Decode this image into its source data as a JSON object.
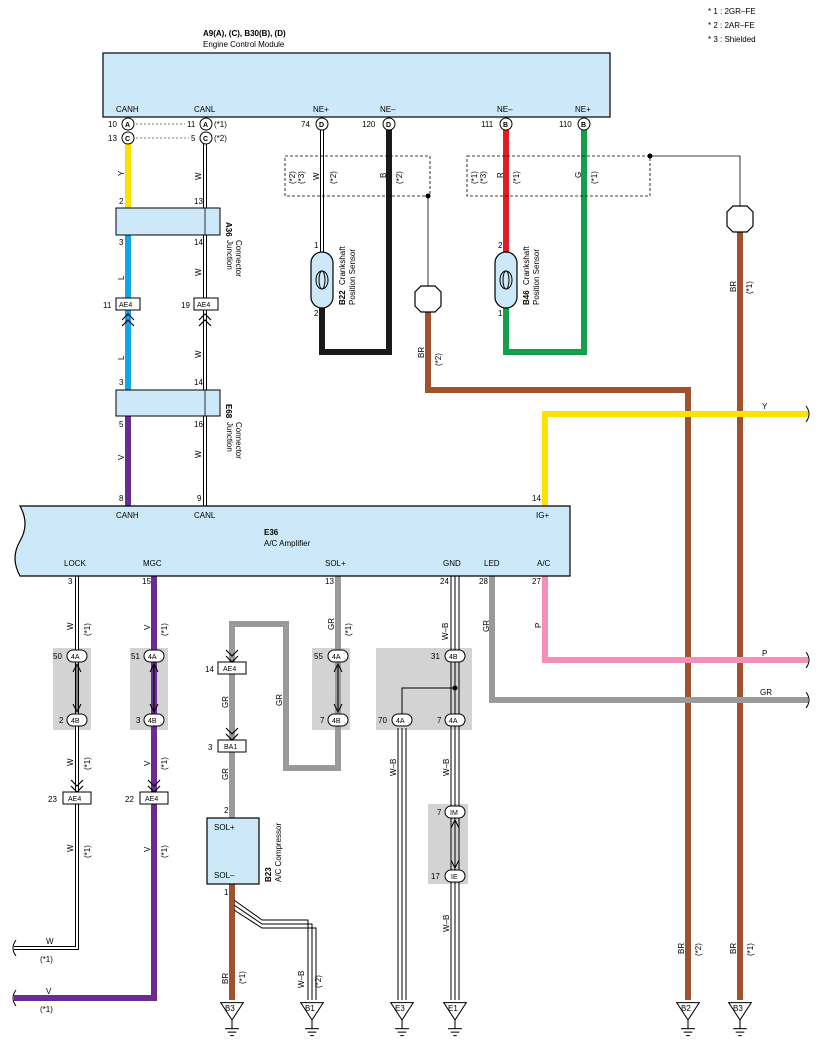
{
  "colors": {
    "box_fill": "#cde9f9",
    "shade": "#d3d3d3",
    "Y": "#ffe000",
    "L": "#14a5e6",
    "V": "#6b2c91",
    "B": "#1a1a1a",
    "R": "#e31b23",
    "G": "#14a04a",
    "BR": "#a0522d",
    "GR": "#9a9a9a",
    "P": "#f48fba",
    "W": "#ffffff"
  },
  "legend": [
    "* 1 : 2GR–FE",
    "* 2 : 2AR–FE",
    "* 3 : Shielded"
  ],
  "ecm": {
    "title": "A9(A), (C), B30(B), (D)",
    "subtitle": "Engine Control Module",
    "pins": {
      "canh": "CANH",
      "canl": "CANL",
      "nep_d": "NE+",
      "nem_d": "NE–",
      "nem_b": "NE–",
      "nep_b": "NE+"
    },
    "nums": {
      "n10": "10",
      "n13": "13",
      "n11": "11",
      "n5": "5",
      "n74": "74",
      "n120": "120",
      "n111": "111",
      "n110": "110"
    },
    "conns": {
      "A": "A",
      "C": "C",
      "D": "D",
      "B": "B"
    },
    "notes": {
      "s1": "(*1)",
      "s2": "(*2)"
    }
  },
  "amp": {
    "id": "E36",
    "name": "A/C Amplifier",
    "pins": {
      "canh": "CANH",
      "canl": "CANL",
      "ig": "IG+",
      "lock": "LOCK",
      "mgc": "MGC",
      "sol": "SOL+",
      "gnd": "GND",
      "led": "LED",
      "ac": "A/C"
    },
    "nums": {
      "n8": "8",
      "n9": "9",
      "n14": "14",
      "n3": "3",
      "n15": "15",
      "n13": "13",
      "n24": "24",
      "n28": "28",
      "n27": "27"
    }
  },
  "junction": {
    "a36_id": "A36",
    "e68_id": "E68",
    "label1": "Junction",
    "label2": "Connector",
    "a36_pins": {
      "p2": "2",
      "p13": "13",
      "p3": "3",
      "p14": "14"
    },
    "e68_pins": {
      "p3": "3",
      "p14": "14",
      "p5": "5",
      "p16": "16"
    }
  },
  "sensors": {
    "b22_id": "B22",
    "b46_id": "B46",
    "label1": "Crankshaft",
    "label2": "Position Sensor",
    "b22_pins": {
      "p1": "1",
      "p2": "2"
    },
    "b46_pins": {
      "p2": "2",
      "p1": "1"
    }
  },
  "comp": {
    "id": "B23",
    "name": "A/C Compressor",
    "solp": "SOL+",
    "solm": "SOL–",
    "p2": "2",
    "p1": "1"
  },
  "inline": {
    "ae4": "AE4",
    "ba1": "BA1",
    "s4a": "4A",
    "s4b": "4B",
    "im": "IM",
    "ie": "IE",
    "n11": "11",
    "n19": "19",
    "n14": "14",
    "n3": "3",
    "n23": "23",
    "n22": "22",
    "n50": "50",
    "n51": "51",
    "n55": "55",
    "n31": "31",
    "n2": "2",
    "n3b": "3",
    "n7": "7",
    "n70": "70",
    "n7b": "7",
    "n7c": "7",
    "n17": "17"
  },
  "wires": {
    "Y": "Y",
    "L": "L",
    "V": "V",
    "W": "W",
    "B": "B",
    "R": "R",
    "G": "G",
    "BR": "BR",
    "GR": "GR",
    "P": "P",
    "WB": "W–B"
  },
  "notes": {
    "s1": "(*1)",
    "s2": "(*2)",
    "s3": "(*3)"
  },
  "grounds": {
    "b3": "B3",
    "b1": "B1",
    "e3": "E3",
    "e1": "E1",
    "b2": "B2"
  }
}
